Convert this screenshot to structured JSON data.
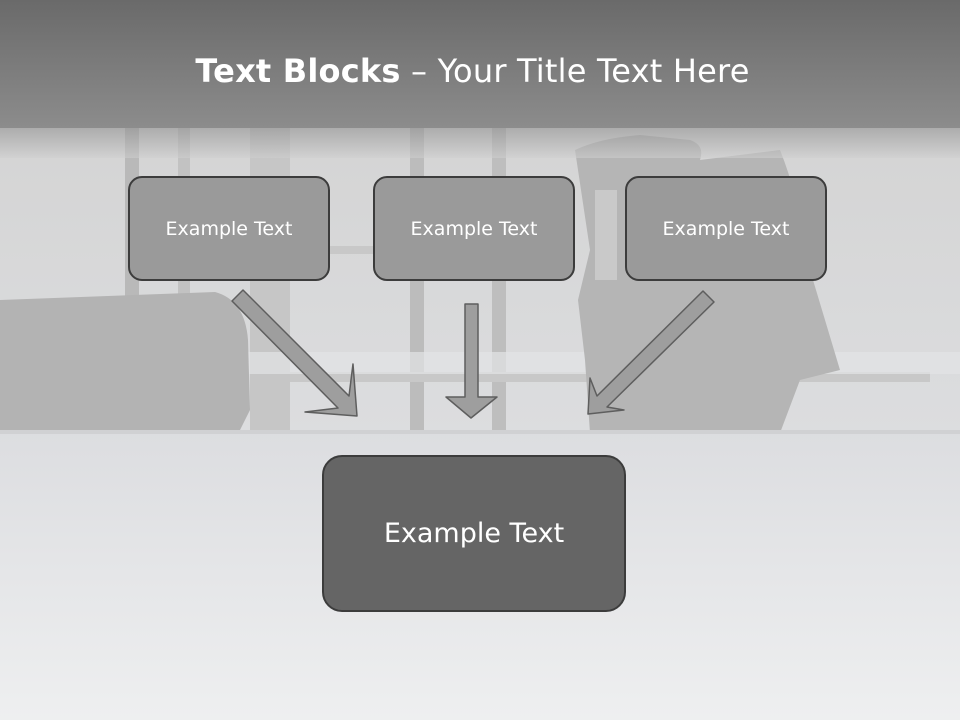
{
  "slide": {
    "title_bold": "Text Blocks",
    "title_dash": " – ",
    "title_rest": "Your Title Text Here"
  },
  "blocks": [
    {
      "label": "Example Text"
    },
    {
      "label": "Example Text"
    },
    {
      "label": "Example Text"
    }
  ],
  "target": {
    "label": "Example Text"
  },
  "colors": {
    "small_box_fill": "#9a9a9a",
    "big_box_fill": "#656565",
    "box_border": "#3c3c3c",
    "arrow_fill": "#9e9e9e"
  }
}
